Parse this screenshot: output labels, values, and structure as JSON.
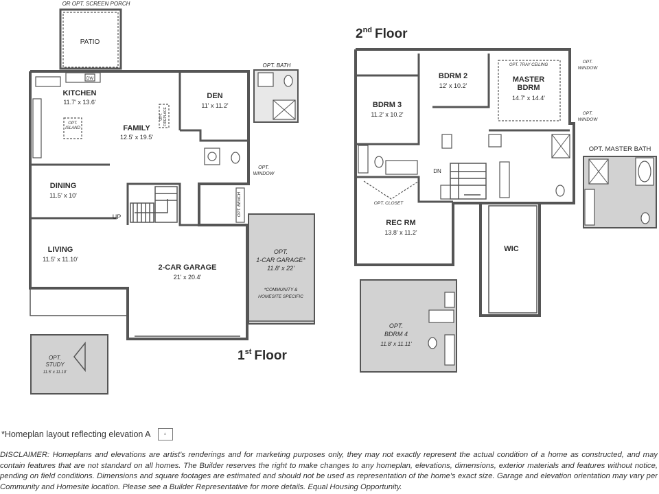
{
  "first_floor": {
    "title_number": "1",
    "title_suffix": "st",
    "title_word": "Floor",
    "rooms": {
      "patio": {
        "name": "PATIO"
      },
      "screen_porch": {
        "note": "OR OPT. SCREEN PORCH"
      },
      "kitchen": {
        "name": "KITCHEN",
        "dims": "11.7' x 13.6'"
      },
      "dw": {
        "label": "DW"
      },
      "island": {
        "line1": "OPT.",
        "line2": "ISLAND"
      },
      "family": {
        "name": "FAMILY",
        "dims": "12.5' x 19.5'"
      },
      "fireplace": {
        "line1": "OPT.",
        "line2": "FIREPLACE"
      },
      "den": {
        "name": "DEN",
        "dims": "11' x 11.2'"
      },
      "opt_bath": {
        "name": "OPT. BATH"
      },
      "opt_window": {
        "line1": "OPT.",
        "line2": "WINDOW"
      },
      "dining": {
        "name": "DINING",
        "dims": "11.5' x 10'"
      },
      "up": {
        "label": "UP"
      },
      "opt_bench": {
        "label": "OPT. BENCH"
      },
      "living": {
        "name": "LIVING",
        "dims": "11.5' x 11.10'"
      },
      "garage": {
        "name": "2-CAR GARAGE",
        "dims": "21' x 20.4'"
      },
      "opt_garage": {
        "line1": "OPT.",
        "line2": "1-CAR GARAGE*",
        "dims": "11.8' x 22'",
        "note1": "*COMMUNITY &",
        "note2": "HOMESITE SPECIFIC"
      },
      "study": {
        "line1": "OPT.",
        "line2": "STUDY",
        "dims": "11.5' x 11.10'"
      }
    }
  },
  "second_floor": {
    "title_number": "2",
    "title_suffix": "nd",
    "title_word": "Floor",
    "rooms": {
      "bdrm2": {
        "name": "BDRM 2",
        "dims": "12' x 10.2'"
      },
      "bdrm3": {
        "name": "BDRM 3",
        "dims": "11.2' x 10.2'"
      },
      "tray": {
        "label": "OPT. TRAY CEILING"
      },
      "master": {
        "line1": "MASTER",
        "line2": "BDRM",
        "dims": "14.7' x 14.4'"
      },
      "win1": {
        "line1": "OPT.",
        "line2": "WINDOW"
      },
      "win2": {
        "line1": "OPT.",
        "line2": "WINDOW"
      },
      "dn": {
        "label": "DN"
      },
      "closet": {
        "label": "OPT. CLOSET"
      },
      "rec": {
        "name": "REC RM",
        "dims": "13.8' x 11.2'"
      },
      "wic": {
        "name": "WIC"
      },
      "opt_master_bath": {
        "name": "OPT. MASTER BATH"
      },
      "bdrm4": {
        "line1": "OPT.",
        "line2": "BDRM 4",
        "dims": "11.8' x 11.11'"
      }
    }
  },
  "footnote": "*Homeplan layout reflecting elevation A",
  "disclaimer": "DISCLAIMER: Homeplans and elevations are artist's renderings and for marketing purposes only, they may not exactly represent the actual condition of a home as constructed, and may contain features that are not standard on all homes. The Builder reserves the right to make changes to any homeplan, elevations, dimensions, exterior materials and features without notice, pending on field conditions. Dimensions and square footages are estimated and should not be used as representation of the home's exact size. Garage and elevation orientation may vary per Community and Homesite location. Please see a Builder Representative for more details. Equal Housing Opportunity."
}
